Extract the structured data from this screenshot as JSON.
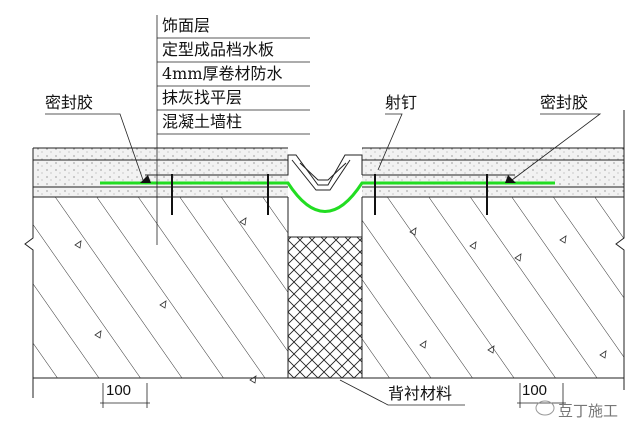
{
  "layer_labels": [
    "饰面层",
    "定型成品档水板",
    "4mm厚卷材防水",
    "抹灰找平层",
    "混凝土墙柱"
  ],
  "sealant_left": "密封胶",
  "sealant_right": "密封胶",
  "nail": "射钉",
  "backing": "背衬材料",
  "dim_left": "100",
  "dim_right": "100",
  "watermark": "豆丁施工",
  "colors": {
    "membrane": "#22dd22",
    "line": "#111111"
  }
}
